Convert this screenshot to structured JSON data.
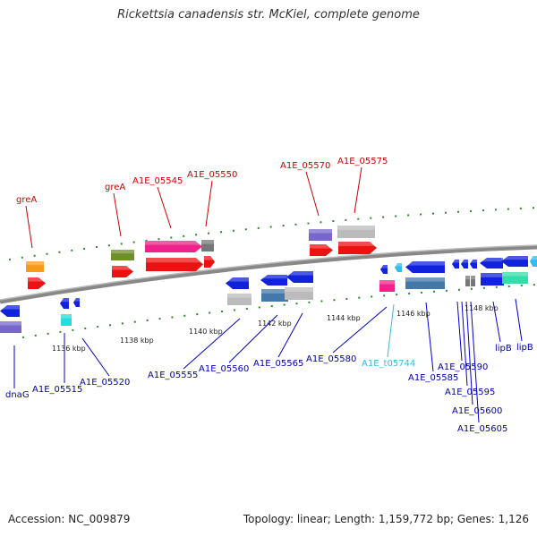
{
  "title": "Rickettsia canadensis str. McKiel, complete genome",
  "footer": {
    "accession": "Accession: NC_009879",
    "topology": "Topology: linear; Length: 1,159,772 bp; Genes: 1,126"
  },
  "ticks": [
    "1136 kbp",
    "1138 kbp",
    "1140 kbp",
    "1142 kbp",
    "1144 kbp",
    "1146 kbp",
    "1148 kbp"
  ],
  "labels": {
    "top": [
      "greA",
      "greA",
      "A1E_05545",
      "A1E_05550",
      "A1E_05570",
      "A1E_05575"
    ],
    "bottom": [
      "dnaG",
      "A1E_05515",
      "A1E_05520",
      "A1E_05555",
      "A1E_05560",
      "A1E_05565",
      "A1E_05580",
      "A1E_t05744",
      "A1E_05585",
      "A1E_05590",
      "A1E_05595",
      "A1E_05600",
      "A1E_05605",
      "lipB",
      "lipB"
    ]
  },
  "colors": {
    "top_label": "#cc0000",
    "bottom_label": "#0000aa",
    "trna_label": "#33bbdd",
    "leader": "#0000cc",
    "leader_top": "#cc0000"
  }
}
